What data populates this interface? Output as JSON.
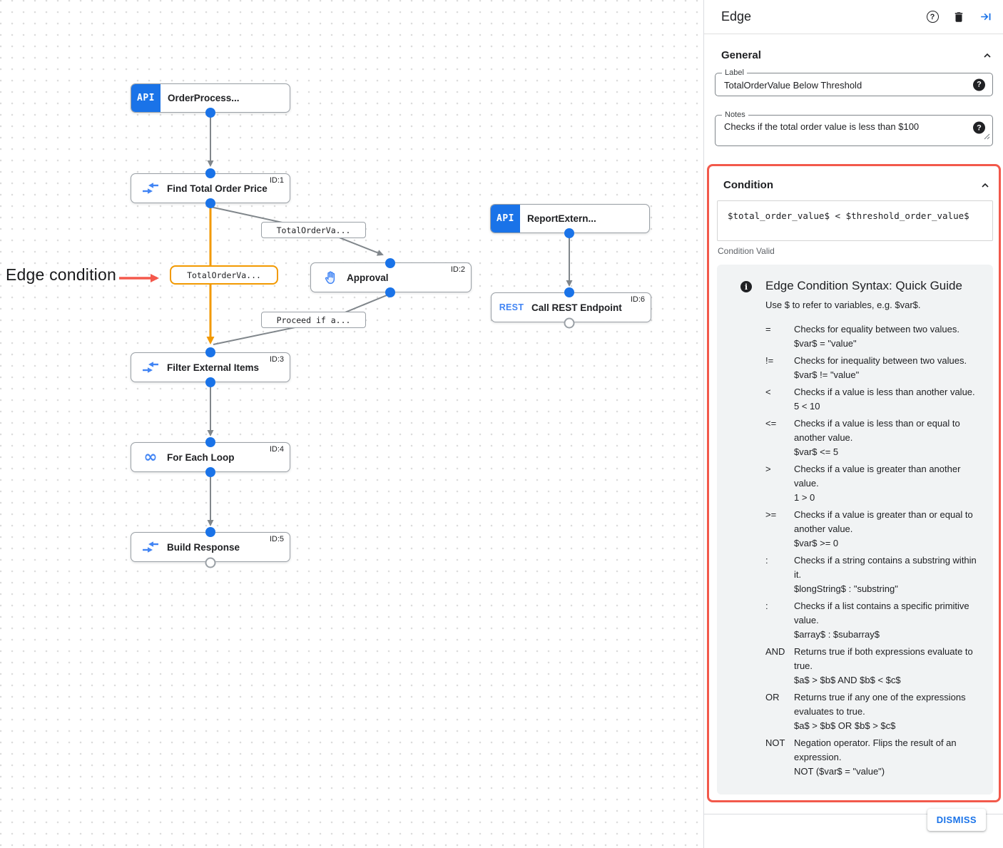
{
  "canvas": {
    "annotation": "Edge condition",
    "nodes": [
      {
        "badge": "API",
        "title": "OrderProcess...",
        "id_label": ""
      },
      {
        "title": "Find Total Order Price",
        "id_label": "ID:1"
      },
      {
        "title": "Approval",
        "id_label": "ID:2"
      },
      {
        "badge": "API",
        "title": "ReportExtern...",
        "id_label": ""
      },
      {
        "badge": "REST",
        "title": "Call REST Endpoint",
        "id_label": "ID:6"
      },
      {
        "title": "Filter External Items",
        "id_label": "ID:3"
      },
      {
        "title": "For Each Loop",
        "id_label": "ID:4"
      },
      {
        "title": "Build Response",
        "id_label": "ID:5"
      }
    ],
    "edge_labels": {
      "to_approval": "TotalOrderVa...",
      "selected": "TotalOrderVa...",
      "from_approval": "Proceed if a..."
    }
  },
  "panel": {
    "title": "Edge",
    "icons": {
      "help_glyph": "?",
      "field_help_glyph": "?",
      "info_glyph": "i"
    },
    "general": {
      "heading": "General",
      "label_field": {
        "label": "Label",
        "value": "TotalOrderValue Below Threshold"
      },
      "notes_field": {
        "label": "Notes",
        "value": "Checks if the total order value is less than $100"
      }
    },
    "condition": {
      "heading": "Condition",
      "expression": "$total_order_value$ < $threshold_order_value$",
      "status": "Condition Valid",
      "guide": {
        "title": "Edge Condition Syntax: Quick Guide",
        "intro": "Use $ to refer to variables, e.g. $var$.",
        "rows": [
          {
            "op": "=",
            "desc": "Checks for equality between two values.",
            "example": "$var$ = \"value\""
          },
          {
            "op": "!=",
            "desc": "Checks for inequality between two values.",
            "example": "$var$ != \"value\""
          },
          {
            "op": "<",
            "desc": "Checks if a value is less than another value.",
            "example": "5 < 10"
          },
          {
            "op": "<=",
            "desc": "Checks if a value is less than or equal to another value.",
            "example": "$var$ <= 5"
          },
          {
            "op": ">",
            "desc": "Checks if a value is greater than another value.",
            "example": "1 > 0"
          },
          {
            "op": ">=",
            "desc": "Checks if a value is greater than or equal to another value.",
            "example": "$var$ >= 0"
          },
          {
            "op": ":",
            "desc": "Checks if a string contains a substring within it.",
            "example": "$longString$ : \"substring\""
          },
          {
            "op": ":",
            "desc": "Checks if a list contains a specific primitive value.",
            "example": "$array$ : $subarray$"
          },
          {
            "op": "AND",
            "desc": "Returns true if both expressions evaluate to true.",
            "example": "$a$ > $b$ AND $b$ < $c$"
          },
          {
            "op": "OR",
            "desc": "Returns true if any one of the expressions evaluates to true.",
            "example": "$a$ > $b$ OR $b$ > $c$"
          },
          {
            "op": "NOT",
            "desc": "Negation operator. Flips the result of an expression.",
            "example": "NOT ($var$ = \"value\")"
          }
        ]
      }
    },
    "dismiss_label": "DISMISS"
  },
  "colors": {
    "accent_blue": "#1a73e8",
    "icon_blue": "#4285f4",
    "selected_orange": "#f29900",
    "highlight_red": "#f2594b",
    "edge_gray": "#80868b",
    "guide_bg": "#f1f3f4"
  }
}
